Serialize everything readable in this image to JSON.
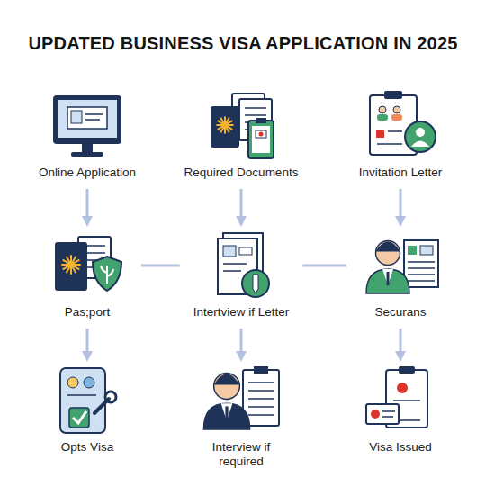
{
  "diagram": {
    "title": "UPDATED BUSINESS VISA APPLICATION IN 2025",
    "nodes": [
      {
        "text": [
          "Online Application"
        ]
      },
      {
        "text": [
          "Required Documents"
        ]
      },
      {
        "text": [
          "Invitation Letter"
        ]
      },
      {
        "text": [
          "Pas;port"
        ]
      },
      {
        "text": [
          "Intertview if Letter"
        ]
      },
      {
        "text": [
          "Securans"
        ]
      },
      {
        "text": [
          "Opts Visa"
        ]
      },
      {
        "text": [
          "Interview if required"
        ]
      },
      {
        "text": [
          "Visa Issued"
        ]
      }
    ],
    "edges": [
      {
        "from": 0,
        "to": 3,
        "arrow": "to"
      },
      {
        "from": 1,
        "to": 4,
        "arrow": "to"
      },
      {
        "from": 2,
        "to": 5,
        "arrow": "to"
      },
      {
        "from": 3,
        "to": 6,
        "arrow": "to"
      },
      {
        "from": 4,
        "to": 7,
        "arrow": "to"
      },
      {
        "from": 5,
        "to": 8,
        "arrow": "to"
      },
      {
        "from": 3,
        "to": 4,
        "arrow": "none"
      },
      {
        "from": 4,
        "to": 5,
        "arrow": "none"
      }
    ]
  }
}
